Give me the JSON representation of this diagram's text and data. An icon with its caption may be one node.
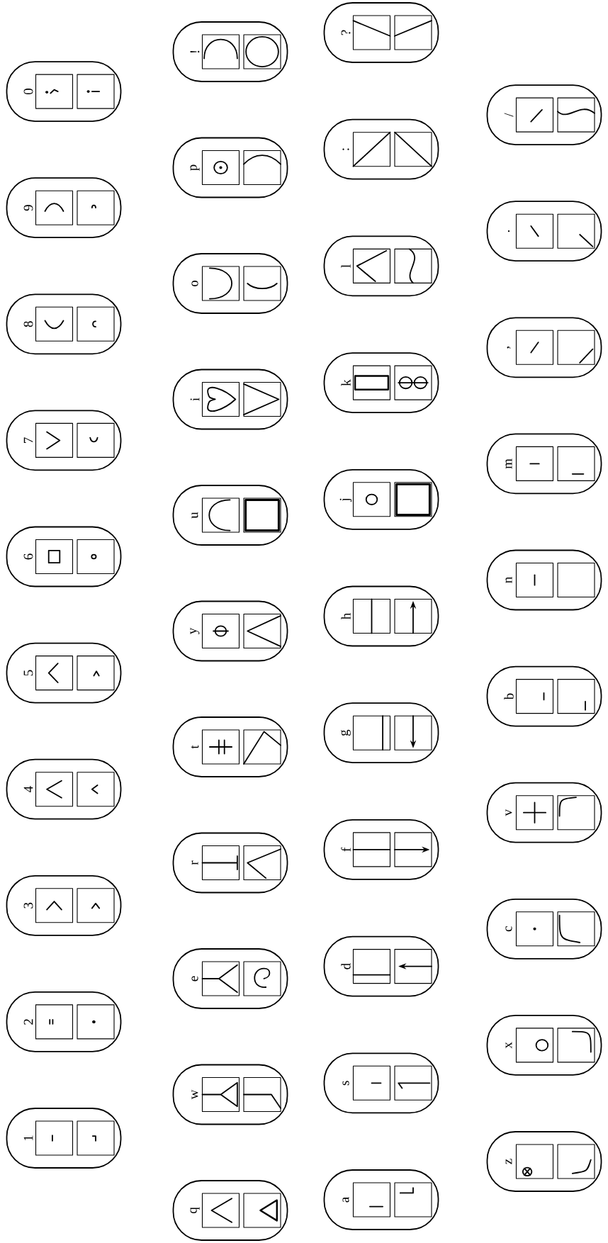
{
  "diagram": {
    "nodes": [
      {
        "text": [
          "1"
        ]
      },
      {
        "text": [
          "2"
        ]
      },
      {
        "text": [
          "3"
        ]
      },
      {
        "text": [
          "4"
        ]
      },
      {
        "text": [
          "5"
        ]
      },
      {
        "text": [
          "6"
        ]
      },
      {
        "text": [
          "7"
        ]
      },
      {
        "text": [
          "8"
        ]
      },
      {
        "text": [
          "9"
        ]
      },
      {
        "text": [
          "0"
        ]
      },
      {
        "text": [
          "q"
        ]
      },
      {
        "text": [
          "w"
        ]
      },
      {
        "text": [
          "e"
        ]
      },
      {
        "text": [
          "r"
        ]
      },
      {
        "text": [
          "t"
        ]
      },
      {
        "text": [
          "y"
        ]
      },
      {
        "text": [
          "u"
        ]
      },
      {
        "text": [
          "i"
        ]
      },
      {
        "text": [
          "o"
        ]
      },
      {
        "text": [
          "p"
        ]
      },
      {
        "text": [
          "!"
        ]
      },
      {
        "text": [
          "a"
        ]
      },
      {
        "text": [
          "s"
        ]
      },
      {
        "text": [
          "d"
        ]
      },
      {
        "text": [
          "f"
        ]
      },
      {
        "text": [
          "g"
        ]
      },
      {
        "text": [
          "h"
        ]
      },
      {
        "text": [
          "j"
        ]
      },
      {
        "text": [
          "k"
        ]
      },
      {
        "text": [
          "l"
        ]
      },
      {
        "text": [
          ":"
        ]
      },
      {
        "text": [
          "?"
        ]
      },
      {
        "text": [
          "z"
        ]
      },
      {
        "text": [
          "x"
        ]
      },
      {
        "text": [
          "c"
        ]
      },
      {
        "text": [
          "v"
        ]
      },
      {
        "text": [
          "b"
        ]
      },
      {
        "text": [
          "n"
        ]
      },
      {
        "text": [
          "m"
        ]
      },
      {
        "text": [
          ","
        ]
      },
      {
        "text": [
          "."
        ]
      },
      {
        "text": [
          "/"
        ]
      }
    ]
  }
}
